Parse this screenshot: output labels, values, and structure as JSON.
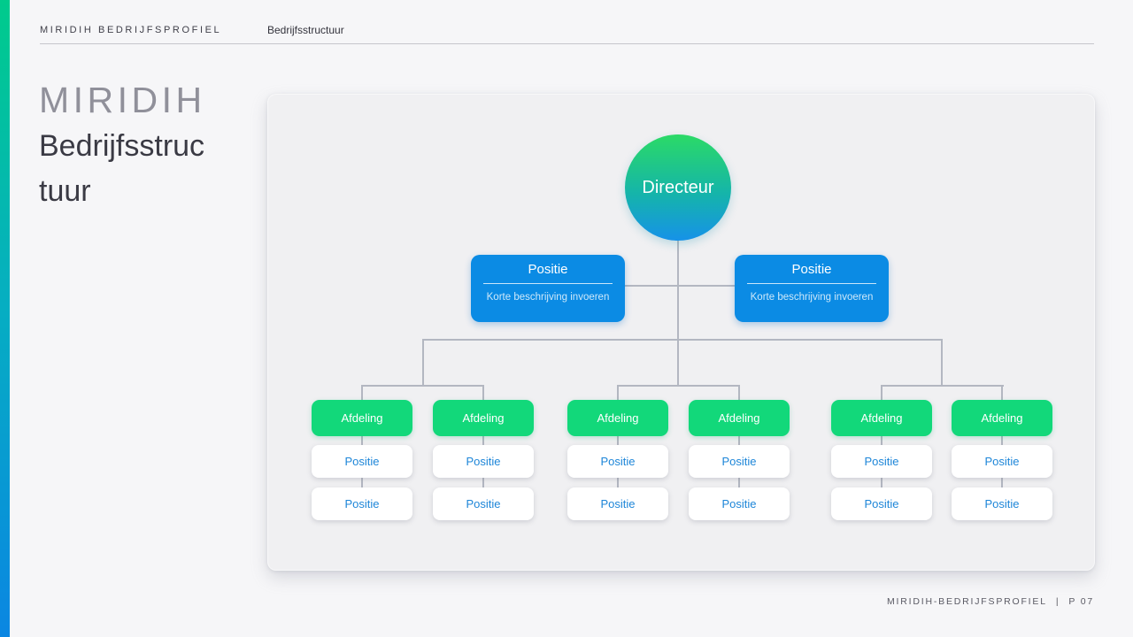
{
  "header": {
    "brand": "MIRIDIH BEDRIJFSPROFIEL",
    "section": "Bedrijfsstructuur"
  },
  "title": {
    "brand": "MIRIDIH",
    "line1": "Bedrijfsstruc",
    "line2": "tuur"
  },
  "org_chart": {
    "root": {
      "label": "Directeur"
    },
    "managers": [
      {
        "title": "Positie",
        "description": "Korte beschrijving invoeren"
      },
      {
        "title": "Positie",
        "description": "Korte beschrijving invoeren"
      }
    ],
    "departments": [
      {
        "label": "Afdeling",
        "positions": [
          {
            "label": "Positie"
          },
          {
            "label": "Positie"
          }
        ]
      },
      {
        "label": "Afdeling",
        "positions": [
          {
            "label": "Positie"
          },
          {
            "label": "Positie"
          }
        ]
      },
      {
        "label": "Afdeling",
        "positions": [
          {
            "label": "Positie"
          },
          {
            "label": "Positie"
          }
        ]
      },
      {
        "label": "Afdeling",
        "positions": [
          {
            "label": "Positie"
          },
          {
            "label": "Positie"
          }
        ]
      },
      {
        "label": "Afdeling",
        "positions": [
          {
            "label": "Positie"
          },
          {
            "label": "Positie"
          }
        ]
      },
      {
        "label": "Afdeling",
        "positions": [
          {
            "label": "Positie"
          },
          {
            "label": "Positie"
          }
        ]
      }
    ]
  },
  "footer": {
    "document": "MIRIDIH-BEDRIJFSPROFIEL",
    "separator": "|",
    "page": "P 07"
  },
  "colors": {
    "accent_gradient_top": "#00cb8c",
    "accent_gradient_bottom": "#0a86e2",
    "root_gradient_top": "#2bda66",
    "root_gradient_bottom": "#1692e8",
    "manager_card": "#0b8be4",
    "department_card": "#12d87a",
    "position_text": "#1e86d8",
    "connector": "#b3b7c1",
    "panel_background": "#f0f0f2"
  }
}
